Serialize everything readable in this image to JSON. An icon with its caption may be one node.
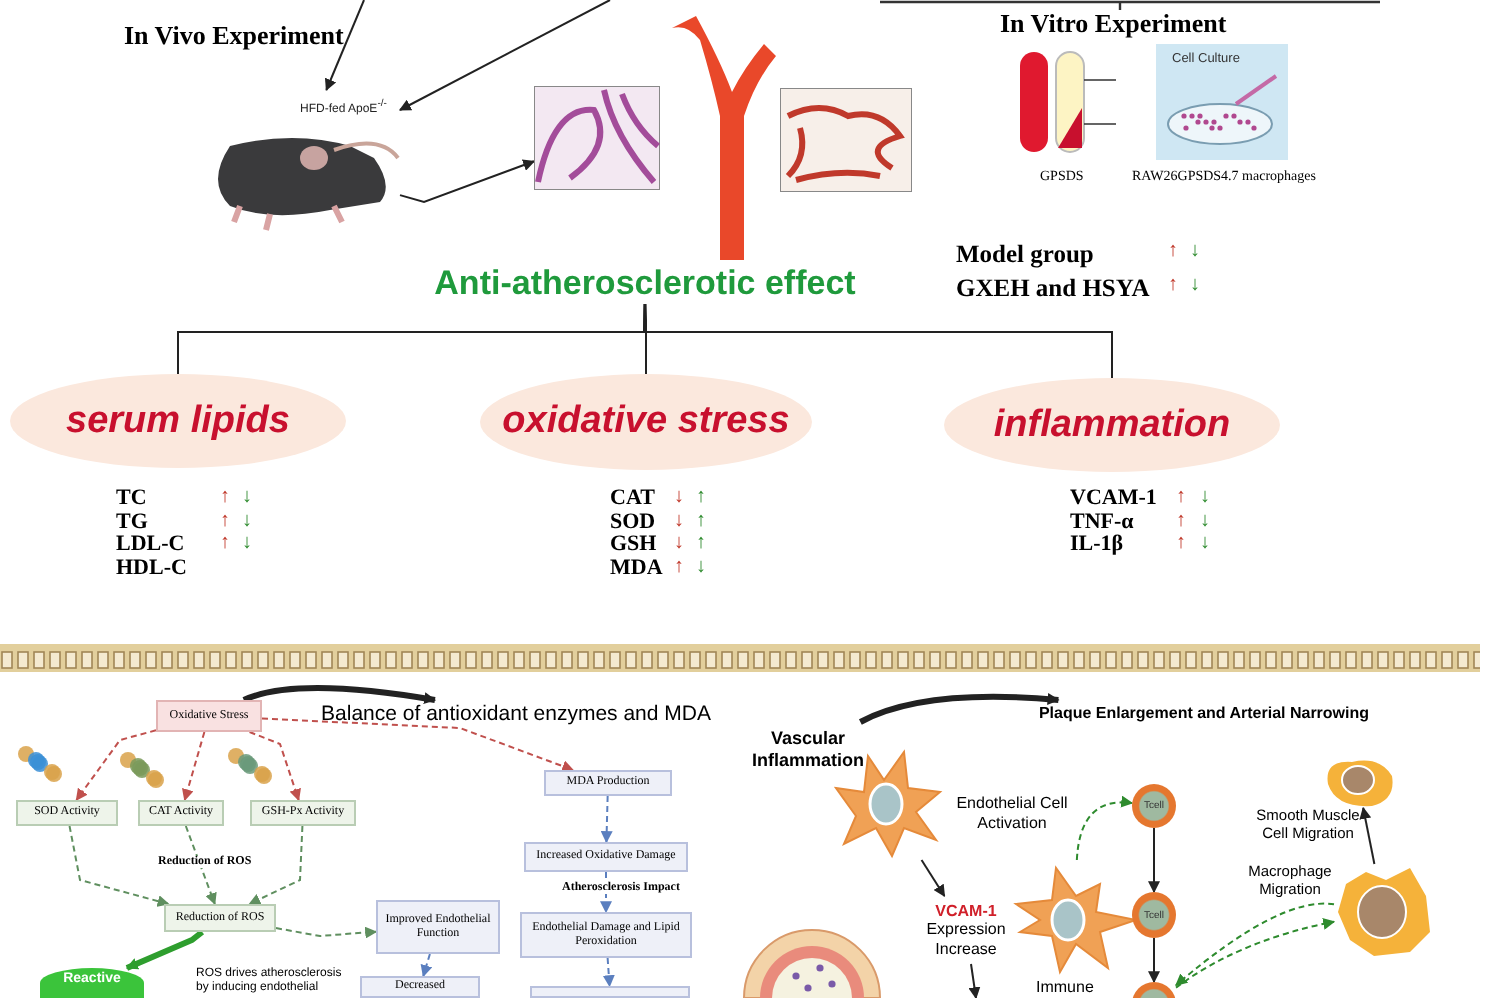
{
  "diagram": {
    "nodes": [
      {
        "text": [],
        "shape": "picture",
        "beside": [
          "HFD-fed ApoE$^{-/-}$"
        ]
      },
      {
        "text": [],
        "shape": "picture"
      },
      {
        "text": [],
        "shape": "picture"
      },
      {
        "text": [],
        "shape": "picture",
        "beside": [
          "GPSDS"
        ]
      },
      {
        "text": [
          "Cell Culture"
        ],
        "beside": [
          "RAW26GPSDS4.7 macrophages"
        ]
      },
      {
        "text": [
          "Anti-atherosclerotic effect"
        ]
      },
      {
        "text": [
          "serum lipids"
        ]
      },
      {
        "text": [
          "oxidative stress"
        ]
      },
      {
        "text": [
          "inflammation"
        ]
      },
      {
        "text": [
          "Oxidative Stress"
        ]
      },
      {
        "text": [
          "Balance of antioxidant enzymes and MDA"
        ]
      },
      {
        "text": [
          "SOD Activity"
        ]
      },
      {
        "text": [
          "CAT Activity"
        ]
      },
      {
        "text": [
          "GSH-Px Activity"
        ]
      },
      {
        "text": [
          "MDA Production"
        ]
      },
      {
        "text": [
          "Increased Oxidative Damage"
        ]
      },
      {
        "text": [
          "Reduction of ROS"
        ]
      },
      {
        "text": [
          "Improved Endothelial Function"
        ]
      },
      {
        "text": [
          "Endothelial Damage and Lipid Peroxidation"
        ]
      },
      {
        "text": [
          "Reactive"
        ]
      },
      {
        "text": [
          "Decreased"
        ]
      },
      {
        "text": [],
        "shape": "box"
      },
      {
        "text": [
          "Vascular Inflammation"
        ]
      },
      {
        "text": [
          "Plaque Enlargement and Arterial Narrowing"
        ]
      },
      {
        "text": [],
        "shape": "picture",
        "beside": [
          "Endothelial Cell Activation"
        ]
      },
      {
        "text": [
          "Tcell"
        ]
      },
      {
        "text": [],
        "shape": "picture",
        "beside": [
          "Smooth Muscle Cell Migration"
        ]
      },
      {
        "text": [],
        "shape": "picture",
        "beside": [
          "Macrophage Migration"
        ]
      },
      {
        "text": [
          "VCAM-1",
          "Expression Increase"
        ]
      },
      {
        "text": [],
        "shape": "picture",
        "beside": [
          "Immune"
        ]
      },
      {
        "text": [
          "Tcell"
        ]
      },
      {
        "text": [],
        "shape": "circle"
      }
    ],
    "edges": [
      {
        "from": null,
        "to": 0,
        "arrow": "to"
      },
      {
        "from": null,
        "to": 0,
        "arrow": "to"
      },
      {
        "from": 0,
        "to": 1,
        "arrow": "to"
      },
      {
        "from": 5,
        "to": 6,
        "arrow": "none"
      },
      {
        "from": 5,
        "to": 7,
        "arrow": "none"
      },
      {
        "from": 5,
        "to": 8,
        "arrow": "none"
      },
      {
        "from": 9,
        "to": 10,
        "arrow": "to",
        "style": "thick"
      },
      {
        "from": 9,
        "to": 11,
        "arrow": "to",
        "style": "dashed",
        "color": "#c0504d"
      },
      {
        "from": 9,
        "to": 12,
        "arrow": "to",
        "style": "dashed",
        "color": "#c0504d"
      },
      {
        "from": 9,
        "to": 13,
        "arrow": "to",
        "style": "dashed",
        "color": "#c0504d"
      },
      {
        "from": 9,
        "to": 14,
        "arrow": "to",
        "style": "dashed",
        "color": "#c0504d"
      },
      {
        "from": 11,
        "to": 16,
        "arrow": "to",
        "style": "dashed",
        "color": "#5f8f5f"
      },
      {
        "from": 12,
        "to": 16,
        "arrow": "to",
        "label": "Reduction of ROS",
        "style": "dashed",
        "color": "#5f8f5f"
      },
      {
        "from": 13,
        "to": 16,
        "arrow": "to",
        "style": "dashed",
        "color": "#5f8f5f"
      },
      {
        "from": 16,
        "to": 17,
        "arrow": "to",
        "style": "dashed",
        "color": "#5f8f5f"
      },
      {
        "from": 16,
        "to": 19,
        "arrow": "to",
        "style": "thick",
        "color": "#2e9e2e"
      },
      {
        "from": 14,
        "to": 15,
        "arrow": "to",
        "style": "dashed",
        "color": "#5b7fbf"
      },
      {
        "from": 15,
        "to": 18,
        "arrow": "to",
        "label": "Atherosclerosis Impact",
        "style": "dashed",
        "color": "#5b7fbf"
      },
      {
        "from": 18,
        "to": 21,
        "arrow": "to",
        "style": "dashed",
        "color": "#5b7fbf"
      },
      {
        "from": 17,
        "to": 20,
        "arrow": "to",
        "style": "dashed",
        "color": "#5b7fbf"
      },
      {
        "from": 22,
        "to": 23,
        "arrow": "to",
        "style": "thick"
      },
      {
        "from": 24,
        "to": 28,
        "arrow": "to"
      },
      {
        "from": 25,
        "to": 30,
        "arrow": "to"
      },
      {
        "from": 30,
        "to": 31,
        "arrow": "to"
      },
      {
        "from": 27,
        "to": 26,
        "arrow": "to"
      },
      {
        "from": 28,
        "to": null,
        "arrow": "to"
      },
      {
        "from": 29,
        "to": 25,
        "arrow": "to",
        "style": "dashed",
        "color": "#2e8b2e"
      },
      {
        "from": 31,
        "to": 27,
        "arrow": "to",
        "style": "dashed",
        "color": "#2e8b2e"
      },
      {
        "from": 27,
        "to": 31,
        "arrow": "to",
        "style": "dashed",
        "color": "#2e8b2e"
      }
    ],
    "labels": [
      "In Vivo Experiment",
      "In Vitro Experiment",
      "Model group",
      "↑",
      "↓",
      "GXEH and HSYA",
      "↑",
      "↓",
      "TC",
      "↑",
      "↓",
      "TG",
      "↑",
      "↓",
      "LDL-C",
      "↑",
      "↓",
      "HDL-C",
      "CAT",
      "↓",
      "↑",
      "SOD",
      "↓",
      "↑",
      "GSH",
      "↓",
      "↑",
      "MDA",
      "↑",
      "↓",
      "VCAM-1",
      "↑",
      "↓",
      "TNF-α",
      "↑",
      "↓",
      "IL-1β",
      "↑",
      "↓",
      "ROS drives atherosclerosis by inducing endothelial"
    ]
  }
}
